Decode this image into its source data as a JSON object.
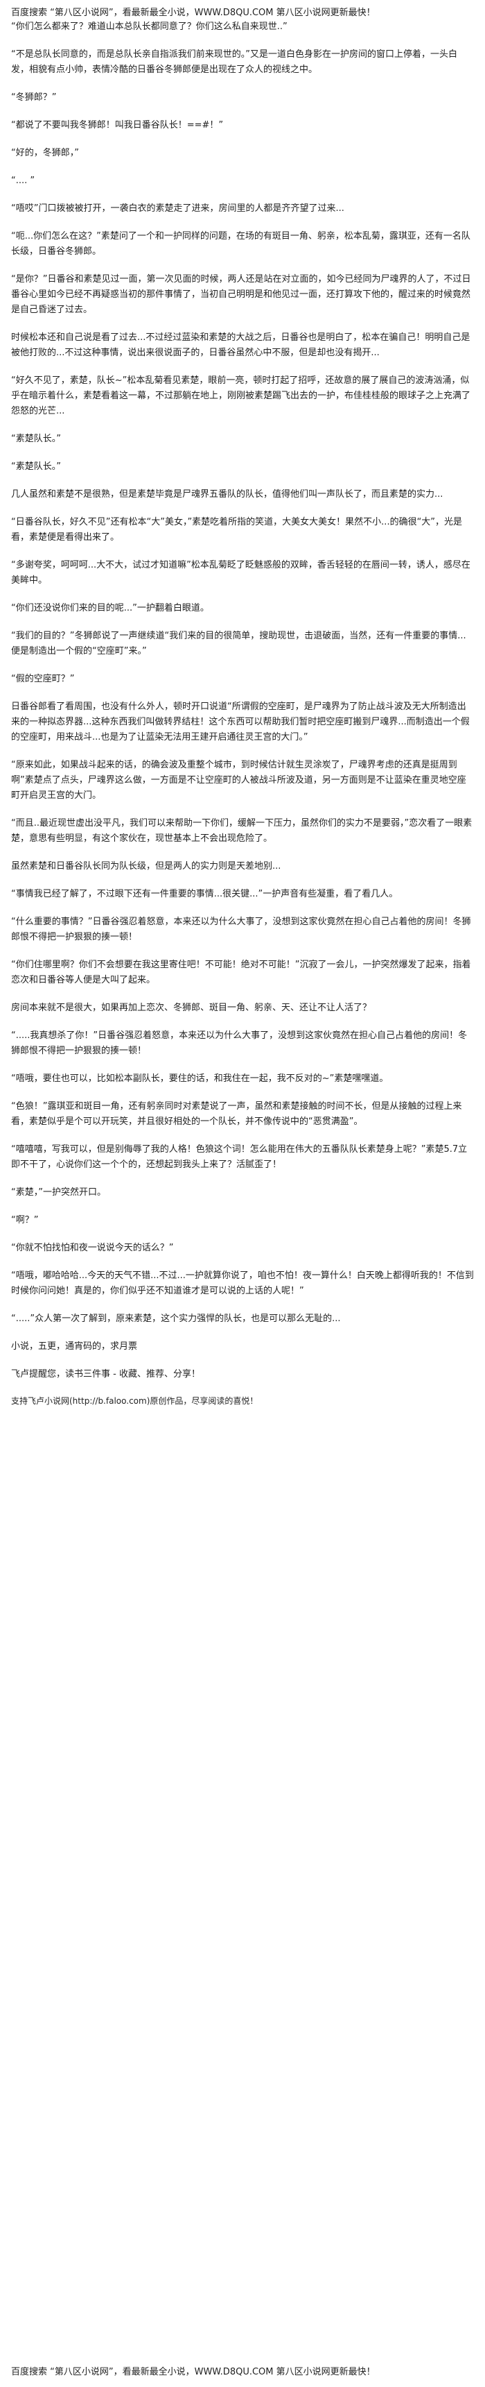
{
  "banner_top": "百度搜索 “第八区小说网”，看最新最全小说，WWW.D8QU.COM 第八区小说网更新最快！",
  "paragraphs": [
    "“你们怎么都来了？难道山本总队长都同意了？你们这么私自来现世..”",
    "“不是总队长同意的，而是总队长亲自指派我们前来现世的。”又是一道白色身影在一护房间的窗口上停着，一头白发，相貌有点小帅，表情冷酷的日番谷冬狮郎便是出现在了众人的视线之中。",
    "“冬狮郎？”",
    "“都说了不要叫我冬狮郎！叫我日番谷队长！==#！”",
    "“好的，冬狮郎，”",
    "“.... ”",
    "“唔哎”门口拨被被打开，一袭白衣的素楚走了进来，房间里的人都是齐齐望了过来...",
    "“呃...你们怎么在这？”素楚问了一个和一护同样的问题，在场的有斑目一角、躬亲，松本乱菊，露琪亚，还有一名队长级，日番谷冬狮郎。",
    "“是你？”日番谷和素楚见过一面，第一次见面的时候，两人还是站在对立面的，如今已经同为尸魂界的人了，不过日番谷心里如今已经不再疑惑当初的那件事情了，当初自己明明是和他见过一面，还打算攻下他的，醒过来的时候竟然是自己昏迷了过去。",
    "时候松本还和自己说是看了过去...不过经过蓝染和素楚的大战之后，日番谷也是明白了，松本在骗自己！明明自己是被他打败的...不过这种事情，说出来很说面子的，日番谷虽然心中不服，但是却也没有揭开...",
    "“好久不见了，素楚，队长~”松本乱菊看见素楚，眼前一亮，顿时打起了招呼，还故意的展了展自己的波涛汹涌，似乎在暗示着什么，素楚看着这一幕，不过那躺在地上，刚刚被素楚踢飞出去的一护，布佳桂桂般的眼球子之上充满了怨怒的光芒...",
    "“素楚队长。”",
    "“素楚队长。”",
    "几人虽然和素楚不是很熟，但是素楚毕竟是尸魂界五番队的队长，值得他们叫一声队长了，而且素楚的实力...",
    "“日番谷队长，好久不见”还有松本“大”美女，”素楚吃着所指的笑道，大美女大美女！果然不小...的确很“大”，光是看，素楚便是看得出来了。",
    "“多谢夸奖，呵呵呵...大不大，试过才知道嘛”松本乱菊眨了眨魅惑般的双眸，香舌轻轻的在唇间一转，诱人，感尽在美眸中。",
    "“你们还没说你们来的目的呢...”一护翻着白眼道。",
    "“我们的目的？”冬狮郎说了一声继续道“我们来的目的很简单，搜助现世，击退破面，当然，还有一件重要的事情...便是制造出一个假的“空座町”来。”",
    "“假的空座町？”",
    "日番谷郎看了看周围，也没有什么外人，顿时开口说道“所谓假的空座町，是尸魂界为了防止战斗波及无大所制造出来的一种拟态界器...这种东西我们叫做转界结柱！这个东西可以帮助我们暂时把空座町搬到尸魂界...而制造出一个假的空座町，用来战斗...也是为了让蓝染无法用王建开启通往灵王宫的大门。”",
    "“原来如此，如果战斗起来的话，的确会波及重整个城市，到时候估计就生灵涂炭了，尸魂界考虑的还真是挺周到啊”素楚点了点头，尸魂界这么做，一方面是不让空座町的人被战斗所波及道，另一方面则是不让蓝染在重灵地空座町开启灵王宫的大门。",
    "“而且..最近现世虚出没平凡，我们可以来帮助一下你们，缓解一下压力，虽然你们的实力不是要弱，”恋次看了一眼素楚，意思有些明显，有这个家伙在，现世基本上不会出现危险了。",
    "虽然素楚和日番谷队长同为队长级，但是两人的实力则是天差地别...",
    "“事情我已经了解了，不过眼下还有一件重要的事情...很关键...”一护声音有些凝重，看了看几人。",
    "“什么重要的事情？”日番谷强忍着怒意，本来还以为什么大事了，没想到这家伙竟然在担心自己占着他的房间！冬狮郎恨不得把一护狠狠的揍一顿！",
    "“你们住哪里啊？你们不会想要在我这里寄住吧！不可能！绝对不可能！”沉寂了一会儿，一护突然爆发了起来，指着恋次和日番谷等人便是大叫了起来。",
    "房间本来就不是很大，如果再加上恋次、冬狮郎、斑目一角、躬亲、天、还让不让人活了？",
    "“.....我真想杀了你！”日番谷强忍着怒意，本来还以为什么大事了，没想到这家伙竟然在担心自己占着他的房间！冬狮郎恨不得把一护狠狠的揍一顿！",
    "“唔哦，要住也可以，比如松本副队长，要住的话，和我住在一起，我不反对的~”素楚嘿嘿道。",
    "“色狼！”露琪亚和斑目一角，还有躬亲同时对素楚说了一声，虽然和素楚接触的时间不长，但是从接触的过程上来看，素楚似乎是个可以开玩笑，并且很好相处的一个队长，并不像传说中的“恶贯满盈”。",
    "“嘻嘻嘻，写我可以，但是别侮辱了我的人格！色狼这个词！怎么能用在伟大的五番队队长素楚身上呢？”素楚5.7立即不干了，心说你们这一个个的，还想起到我头上来了？活腻歪了！",
    "“素楚，”一护突然开口。",
    "“啊？”",
    "“你就不怕找怕和夜一说说今天的话么？”",
    "“唔哦，嘟哈哈哈...今天的天气不错...不过...一护就算你说了，咱也不怕！夜一算什么！白天晚上都得听我的！不信到时候你问问她！真是的，你们似乎还不知道谁才是可以说的上话的人呢！”",
    "“.....”众人第一次了解到，原来素楚，这个实力强悍的队长，也是可以那么无耻的...",
    "小说，五更，通宵码的，求月票"
  ],
  "footer_note": "飞卢提醒您，读书三件事 - 收藏、推荐、分享！",
  "footer_support": "支持飞卢小说网(http://b.faloo.com)原创作品，尽享阅读的喜悦！",
  "banner_bottom": "百度搜索 “第八区小说网”，看最新最全小说，WWW.D8QU.COM 第八区小说网更新最快！"
}
